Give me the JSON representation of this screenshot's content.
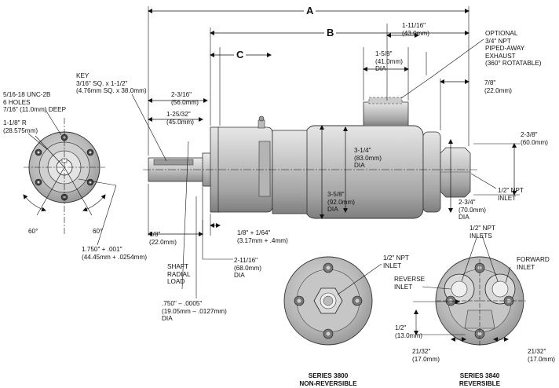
{
  "dims": {
    "A": "A",
    "B": "B",
    "C": "C"
  },
  "labels": {
    "tap_line1": "5/16-18 UNC-2B",
    "tap_line2": "6 HOLES",
    "tap_line3": "7/16\" (11.0mm) DEEP",
    "radius_line1": "1-1/8\" R",
    "radius_line2": "(28.575mm)",
    "angle_left": "60°",
    "angle_right": "60°",
    "pilot_line1": "1.750\" + .001\"",
    "pilot_line2": "(44.45mm + .0254mm)",
    "key_line1": "KEY",
    "key_line2": "3/16\" SQ. x 1-1/2\"",
    "key_line3": "(4.76mm SQ. x 38.0mm)",
    "d_2_3_16_line1": "2-3/16\"",
    "d_2_3_16_line2": "(56.0mm)",
    "d_1_25_32_line1": "1-25/32\"",
    "d_1_25_32_line2": "(45.0mm)",
    "d_7_8_a_line1": "7/8\"",
    "d_7_8_a_line2": "(22.0mm)",
    "shaft_load_line1": "SHAFT",
    "shaft_load_line2": "RADIAL",
    "shaft_load_line3": "LOAD",
    "d_1_8_line1": "1/8\" + 1/64\"",
    "d_1_8_line2": "(3.17mm + .4mm)",
    "d_2_11_16_line1": "2-11/16\"",
    "d_2_11_16_line2": "(68.0mm)",
    "d_2_11_16_line3": "DIA",
    "shaft_dia_line1": ".750\" – .0005\"",
    "shaft_dia_line2": "(19.05mm – .0127mm)",
    "shaft_dia_line3": "DIA",
    "d_3_5_8_line1": "3-5/8\"",
    "d_3_5_8_line2": "(92.0mm)",
    "d_3_5_8_line3": "DIA",
    "d_3_1_4_line1": "3-1/4\"",
    "d_3_1_4_line2": "(83.0mm)",
    "d_3_1_4_line3": "DIA",
    "d_1_5_8_line1": "1-5/8\"",
    "d_1_5_8_line2": "(41.0mm)",
    "d_1_5_8_line3": "DIA",
    "d_1_11_16_line1": "1-11/16\"",
    "d_1_11_16_line2": "(43.0mm)",
    "optional_line1": "OPTIONAL",
    "optional_line2": "3/4\" NPT",
    "optional_line3": "PIPED-AWAY",
    "optional_line4": "EXHAUST",
    "optional_line5": "(360° ROTATABLE)",
    "d_7_8_b_line1": "7/8\"",
    "d_7_8_b_line2": "(22.0mm)",
    "d_2_3_8_line1": "2-3/8\"",
    "d_2_3_8_line2": "(60.0mm)",
    "d_2_3_4_line1": "2-3/4\"",
    "d_2_3_4_line2": "(70.0mm)",
    "d_2_3_4_line3": "DIA",
    "inlet_main_line1": "1/2\" NPT",
    "inlet_main_line2": "INLET",
    "inlet_3800_line1": "1/2\" NPT",
    "inlet_3800_line2": "INLET",
    "inlets_3840_line1": "1/2\" NPT",
    "inlets_3840_line2": "INLETS",
    "forward_line1": "FORWARD",
    "forward_line2": "INLET",
    "reverse_line1": "REVERSE",
    "reverse_line2": "INLET",
    "d_1_2_line1": "1/2\"",
    "d_1_2_line2": "(13.0mm)",
    "d_21_32_l_line1": "21/32\"",
    "d_21_32_l_line2": "(17.0mm)",
    "d_21_32_r_line1": "21/32\"",
    "d_21_32_r_line2": "(17.0mm)"
  },
  "captions": {
    "series_3800_line1": "SERIES 3800",
    "series_3800_line2": "NON-REVERSIBLE",
    "series_3840_line1": "SERIES 3840",
    "series_3840_line2": "REVERSIBLE"
  }
}
